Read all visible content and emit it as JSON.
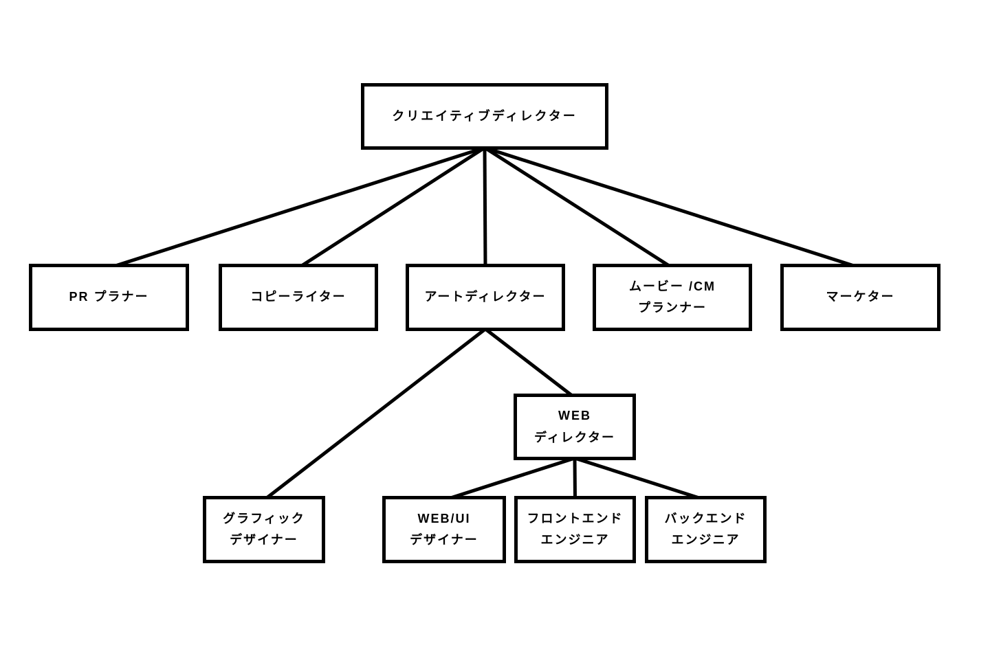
{
  "colors": {
    "background": "#ffffff",
    "box_border": "#000000",
    "text": "#000000",
    "line": "#000000"
  },
  "org_chart": {
    "type": "org-tree",
    "nodes": [
      {
        "id": "creative_director",
        "label": "クリエイティブディレクター"
      },
      {
        "id": "pr_planner",
        "label": "PR プラナー"
      },
      {
        "id": "copywriter",
        "label": "コピーライター"
      },
      {
        "id": "art_director",
        "label": "アートディレクター"
      },
      {
        "id": "movie_cm_planner",
        "label": "ムービー /CM\nプランナー"
      },
      {
        "id": "marketer",
        "label": "マーケター"
      },
      {
        "id": "web_director",
        "label": "WEB\nディレクター"
      },
      {
        "id": "graphic_designer",
        "label": "グラフィック\nデザイナー"
      },
      {
        "id": "web_ui_designer",
        "label": "WEB/UI\nデザイナー"
      },
      {
        "id": "frontend_engineer",
        "label": "フロントエンド\nエンジニア"
      },
      {
        "id": "backend_engineer",
        "label": "バックエンド\nエンジニア"
      }
    ],
    "edges": [
      [
        "creative_director",
        "pr_planner"
      ],
      [
        "creative_director",
        "copywriter"
      ],
      [
        "creative_director",
        "art_director"
      ],
      [
        "creative_director",
        "movie_cm_planner"
      ],
      [
        "creative_director",
        "marketer"
      ],
      [
        "art_director",
        "graphic_designer"
      ],
      [
        "art_director",
        "web_director"
      ],
      [
        "web_director",
        "web_ui_designer"
      ],
      [
        "web_director",
        "frontend_engineer"
      ],
      [
        "web_director",
        "backend_engineer"
      ]
    ]
  }
}
